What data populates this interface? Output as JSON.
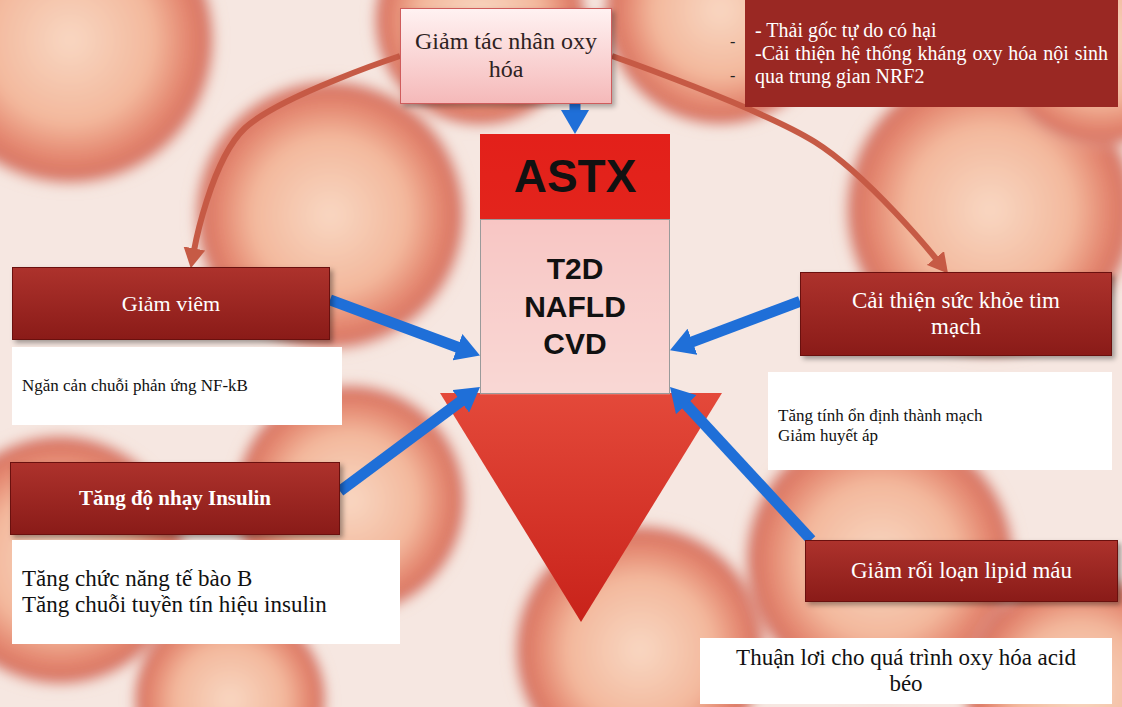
{
  "diagram": {
    "nodes": [
      {
        "text": [
          "Giảm tác nhân oxy hóa"
        ]
      },
      {
        "text": [
          "- Thải gốc tự do có hại",
          "-Cải thiện hệ thống kháng oxy hóa nội sinh qua trung gian NRF2"
        ]
      },
      {
        "text": [
          "ASTX"
        ]
      },
      {
        "text": [
          "T2D NAFLD CVD"
        ],
        "in": 2
      },
      {
        "text": [
          "Giảm viêm"
        ]
      },
      {
        "text": [
          "Ngăn cản chuỗi phản ứng NF-kB"
        ]
      },
      {
        "text": [
          "Cải thiện sức khỏe tim mạch"
        ]
      },
      {
        "text": [
          "Tăng tính ổn định thành mạch",
          "Giảm huyết áp"
        ]
      },
      {
        "text": [
          "Tăng độ nhạy Insulin"
        ]
      },
      {
        "text": [
          "Tăng chức năng tế bào B",
          "Tăng chuỗi tuyền tín hiệu insulin"
        ]
      },
      {
        "text": [
          "Giảm rối loạn lipid máu"
        ]
      },
      {
        "text": [
          "Thuận lơi cho quá trình oxy hóa acid béo"
        ]
      }
    ],
    "edges": [
      {
        "from": 0,
        "to": 2,
        "arrow": "to"
      },
      {
        "from": 0,
        "to": 4,
        "arrow": "to"
      },
      {
        "from": 0,
        "to": 6,
        "arrow": "to"
      },
      {
        "from": 4,
        "to": 3,
        "arrow": "to"
      },
      {
        "from": 6,
        "to": 3,
        "arrow": "to"
      },
      {
        "from": 8,
        "to": 3,
        "arrow": "to"
      },
      {
        "from": 10,
        "to": 3,
        "arrow": "to"
      }
    ],
    "labels": [
      "-",
      "-"
    ]
  }
}
